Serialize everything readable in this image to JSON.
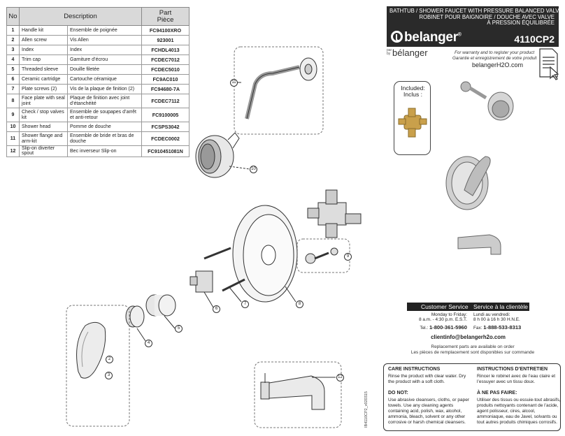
{
  "table": {
    "headers": {
      "no": "No",
      "description": "Description",
      "part_en": "Part",
      "part_fr": "Pièce"
    },
    "rows": [
      {
        "no": "1",
        "en": "Handle kit",
        "fr": "Ensemble de poignée",
        "part": "FC94100XRO"
      },
      {
        "no": "2",
        "en": "Allen screw",
        "fr": "Vis Allen",
        "part": "923001"
      },
      {
        "no": "3",
        "en": "Index",
        "fr": "Index",
        "part": "FCHDL4013"
      },
      {
        "no": "4",
        "en": "Trim cap",
        "fr": "Garniture d’écrou",
        "part": "FCDEC7012"
      },
      {
        "no": "5",
        "en": "Threaded sleeve",
        "fr": "Douille filetée",
        "part": "FCDEC5010"
      },
      {
        "no": "6",
        "en": "Ceramic cartridge",
        "fr": "Cartouche céramique",
        "part": "FC9AC010"
      },
      {
        "no": "7",
        "en": "Plate screws (2)",
        "fr": "Vis de la plaque de finition (2)",
        "part": "FC94680-7A"
      },
      {
        "no": "8",
        "en": "Face plate with seal joint",
        "fr": "Plaque de finition avec joint d’étanchéité",
        "part": "FCDEC7112"
      },
      {
        "no": "9",
        "en": "Check / stop valves kit",
        "fr": "Ensemble de soupapes d’arrêt et anti-retour",
        "part": "FC9100005"
      },
      {
        "no": "10",
        "en": "Shower head",
        "fr": "Pomme de douche",
        "part": "FCSPS3042"
      },
      {
        "no": "11",
        "en": "Shower flange and arm-kit",
        "fr": "Ensemble de bride et bras de douche",
        "part": "FCDEC0002"
      },
      {
        "no": "12",
        "en": "Slip-on diverter spout",
        "fr": "Bec inverseur Slip-on",
        "part": "FC910451081N"
      }
    ]
  },
  "header": {
    "line1": "BATHTUB / SHOWER FAUCET WITH PRESSURE BALANCED VALVE",
    "line2": "ROBINET POUR BAIGNOIRE / DOUCHE AVEC VALVE",
    "line3": "À PRESSION ÉQUILIBRÉE",
    "brand": "belanger",
    "reg": "®",
    "model": "4110CP2"
  },
  "register": {
    "par": "par by",
    "brand": "bélanger",
    "line1": "For warranty and to register your product",
    "line2": "Garantie et enregistrement de votre produit",
    "url": "belangerH2O.com"
  },
  "included": {
    "label1": "Included:",
    "label2": "Inclus :"
  },
  "callouts": [
    "2",
    "3",
    "4",
    "5",
    "6",
    "7",
    "8",
    "9",
    "10",
    "11",
    "12"
  ],
  "side_code": "IB4110CP2_v020315",
  "service": {
    "title_en": "Customer Service",
    "title_fr": "Service à la clientèle",
    "hours_en_1": "Monday to Friday:",
    "hours_en_2": "8 a.m. - 4:30 p.m. E.S.T.",
    "hours_fr_1": "Lundi au vendredi:",
    "hours_fr_2": "8 h 00 à 16 h 30 H.N.E.",
    "tel_label": "Tel.:",
    "tel": "1-800-361-5960",
    "fax_label": "Fax:",
    "fax": "1-888-533-8313",
    "email": "clientinfo@belangerh2o.com",
    "replacement_en": "Replacement parts are available on order",
    "replacement_fr": "Les pièces de remplacement sont disponibles sur commande"
  },
  "care": {
    "title_en": "CARE INSTRUCTIONS",
    "title_fr": "INSTRUCTIONS D’ENTRETIEN",
    "text_en": "Rinse the product with clear water. Dry the product with a soft cloth.",
    "text_fr": "Rincer le robinet avec de l’eau claire et l’essuyer avec un tissu doux.",
    "dont_en": "DO NOT:",
    "dont_fr": "À NE PAS FAIRE:",
    "dont_text_en": "Use abrasive cleansers, cloths, or paper towels. Use any cleaning agents containing acid, polish, wax, alcohol, ammonia, bleach, solvent or any other corrosive or harsh chemical cleansers.",
    "dont_text_fr": "Utiliser des tissus ou essuie-tout abrasifs, produits nettoyants contenant de l’acide, agent polisseur, cires, alcool, ammoniaque, eau de Javel, solvants ou tout autres produits chimiques corrosifs."
  }
}
